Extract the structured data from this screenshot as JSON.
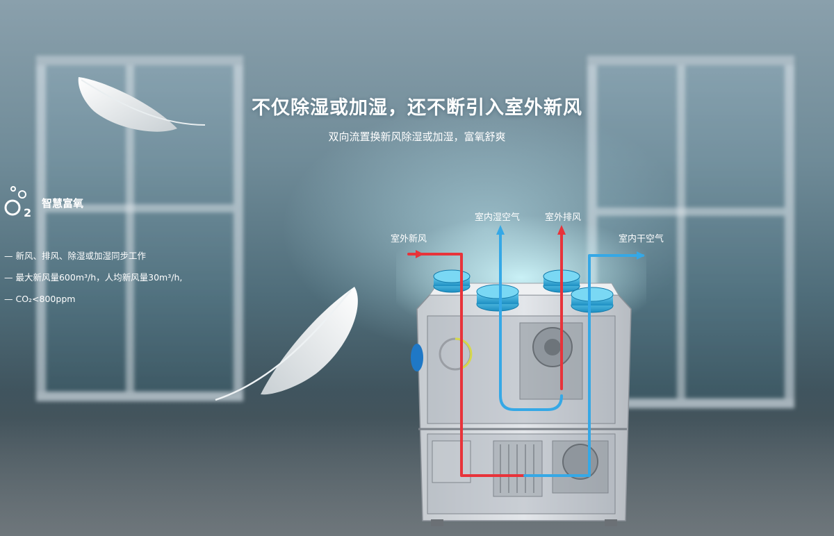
{
  "headline": "不仅除湿或加湿，还不断引入室外新风",
  "subline": "双向流置换新风除湿或加湿，富氧舒爽",
  "feature_block": {
    "icon": "o2-bubbles-icon",
    "title": "智慧富氧",
    "items": [
      "— 新风、排风、除湿或加湿同步工作",
      "— 最大新风量600m³/h，人均新风量30m³/h,",
      "— CO₂<800ppm"
    ]
  },
  "airflow_labels": {
    "outdoor_fresh": "室外新风",
    "indoor_humid": "室内湿空气",
    "outdoor_exhaust": "室外排风",
    "indoor_dry": "室内干空气"
  },
  "colors": {
    "warm_flow": "#e8333a",
    "cool_flow": "#35a8e6",
    "duct": "#2fb4e0",
    "text": "#ffffff"
  }
}
